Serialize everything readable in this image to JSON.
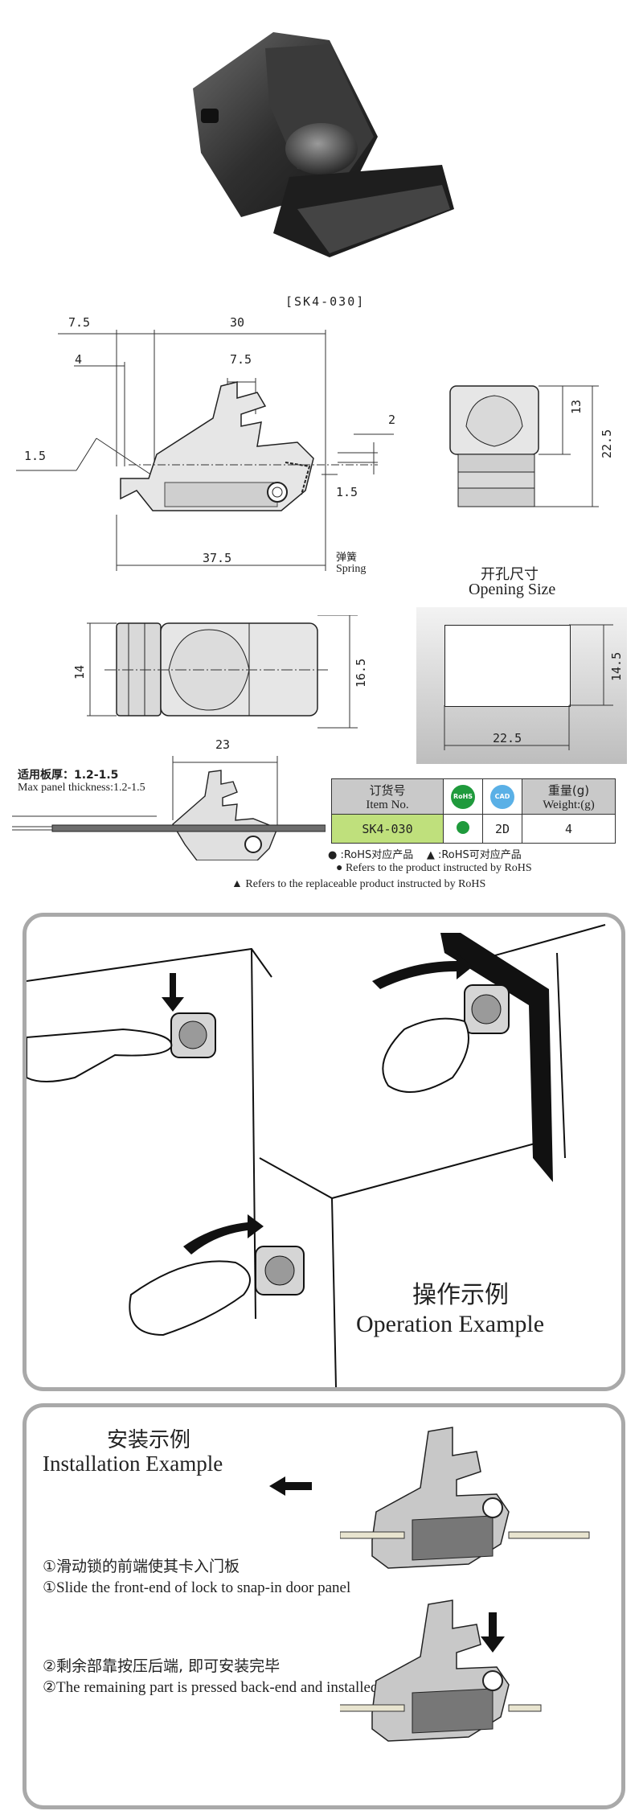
{
  "product": {
    "model_code": "[SK4-030]"
  },
  "drawing": {
    "dims": {
      "d7_5": "7.5",
      "d30": "30",
      "d4": "4",
      "d7_5b": "7.5",
      "d2": "2",
      "d1_5a": "1.5",
      "d1_5b": "1.5",
      "d37_5": "37.5",
      "d13": "13",
      "d22_5": "22.5",
      "d14": "14",
      "d16_5": "16.5",
      "d23": "23"
    },
    "spring_cn": "弹簧",
    "spring_en": "Spring"
  },
  "opening": {
    "title_cn": "开孔尺寸",
    "title_en": "Opening Size",
    "width": "22.5",
    "height": "14.5"
  },
  "panel_thickness": {
    "label_cn": "适用板厚：1.2-1.5",
    "label_en": "Max panel thickness:1.2-1.5"
  },
  "spec_table": {
    "headers": {
      "item_cn": "订货号",
      "item_en": "Item No.",
      "rohs_badge": "RoHS",
      "cad_badge": "CAD",
      "weight_cn": "重量(g)",
      "weight_en": "Weight:(g)"
    },
    "row": {
      "item": "SK4-030",
      "cad": "2D",
      "weight": "4"
    }
  },
  "legend": {
    "line1": "● :RoHS对应产品    ▲ :RoHS可对应产品",
    "line2": "● Refers to the product instructed by RoHS",
    "line3": "▲ Refers to the replaceable product instructed by RoHS"
  },
  "operation": {
    "title_cn": "操作示例",
    "title_en": "Operation Example"
  },
  "installation": {
    "title_cn": "安装示例",
    "title_en": "Installation Example",
    "step1_cn": "①滑动锁的前端使其卡入门板",
    "step1_en": "①Slide the front-end of lock to snap-in door panel",
    "step2_cn": "②剩余部靠按压后端, 即可安装完毕",
    "step2_en": "②The remaining part is pressed back-end and installed"
  },
  "colors": {
    "rohs_green": "#1f9a3c",
    "cad_blue": "#5ab0e6",
    "item_bg": "#bfe07c",
    "header_bg": "#c9c9c9",
    "panel_border": "#a9a9a9"
  }
}
